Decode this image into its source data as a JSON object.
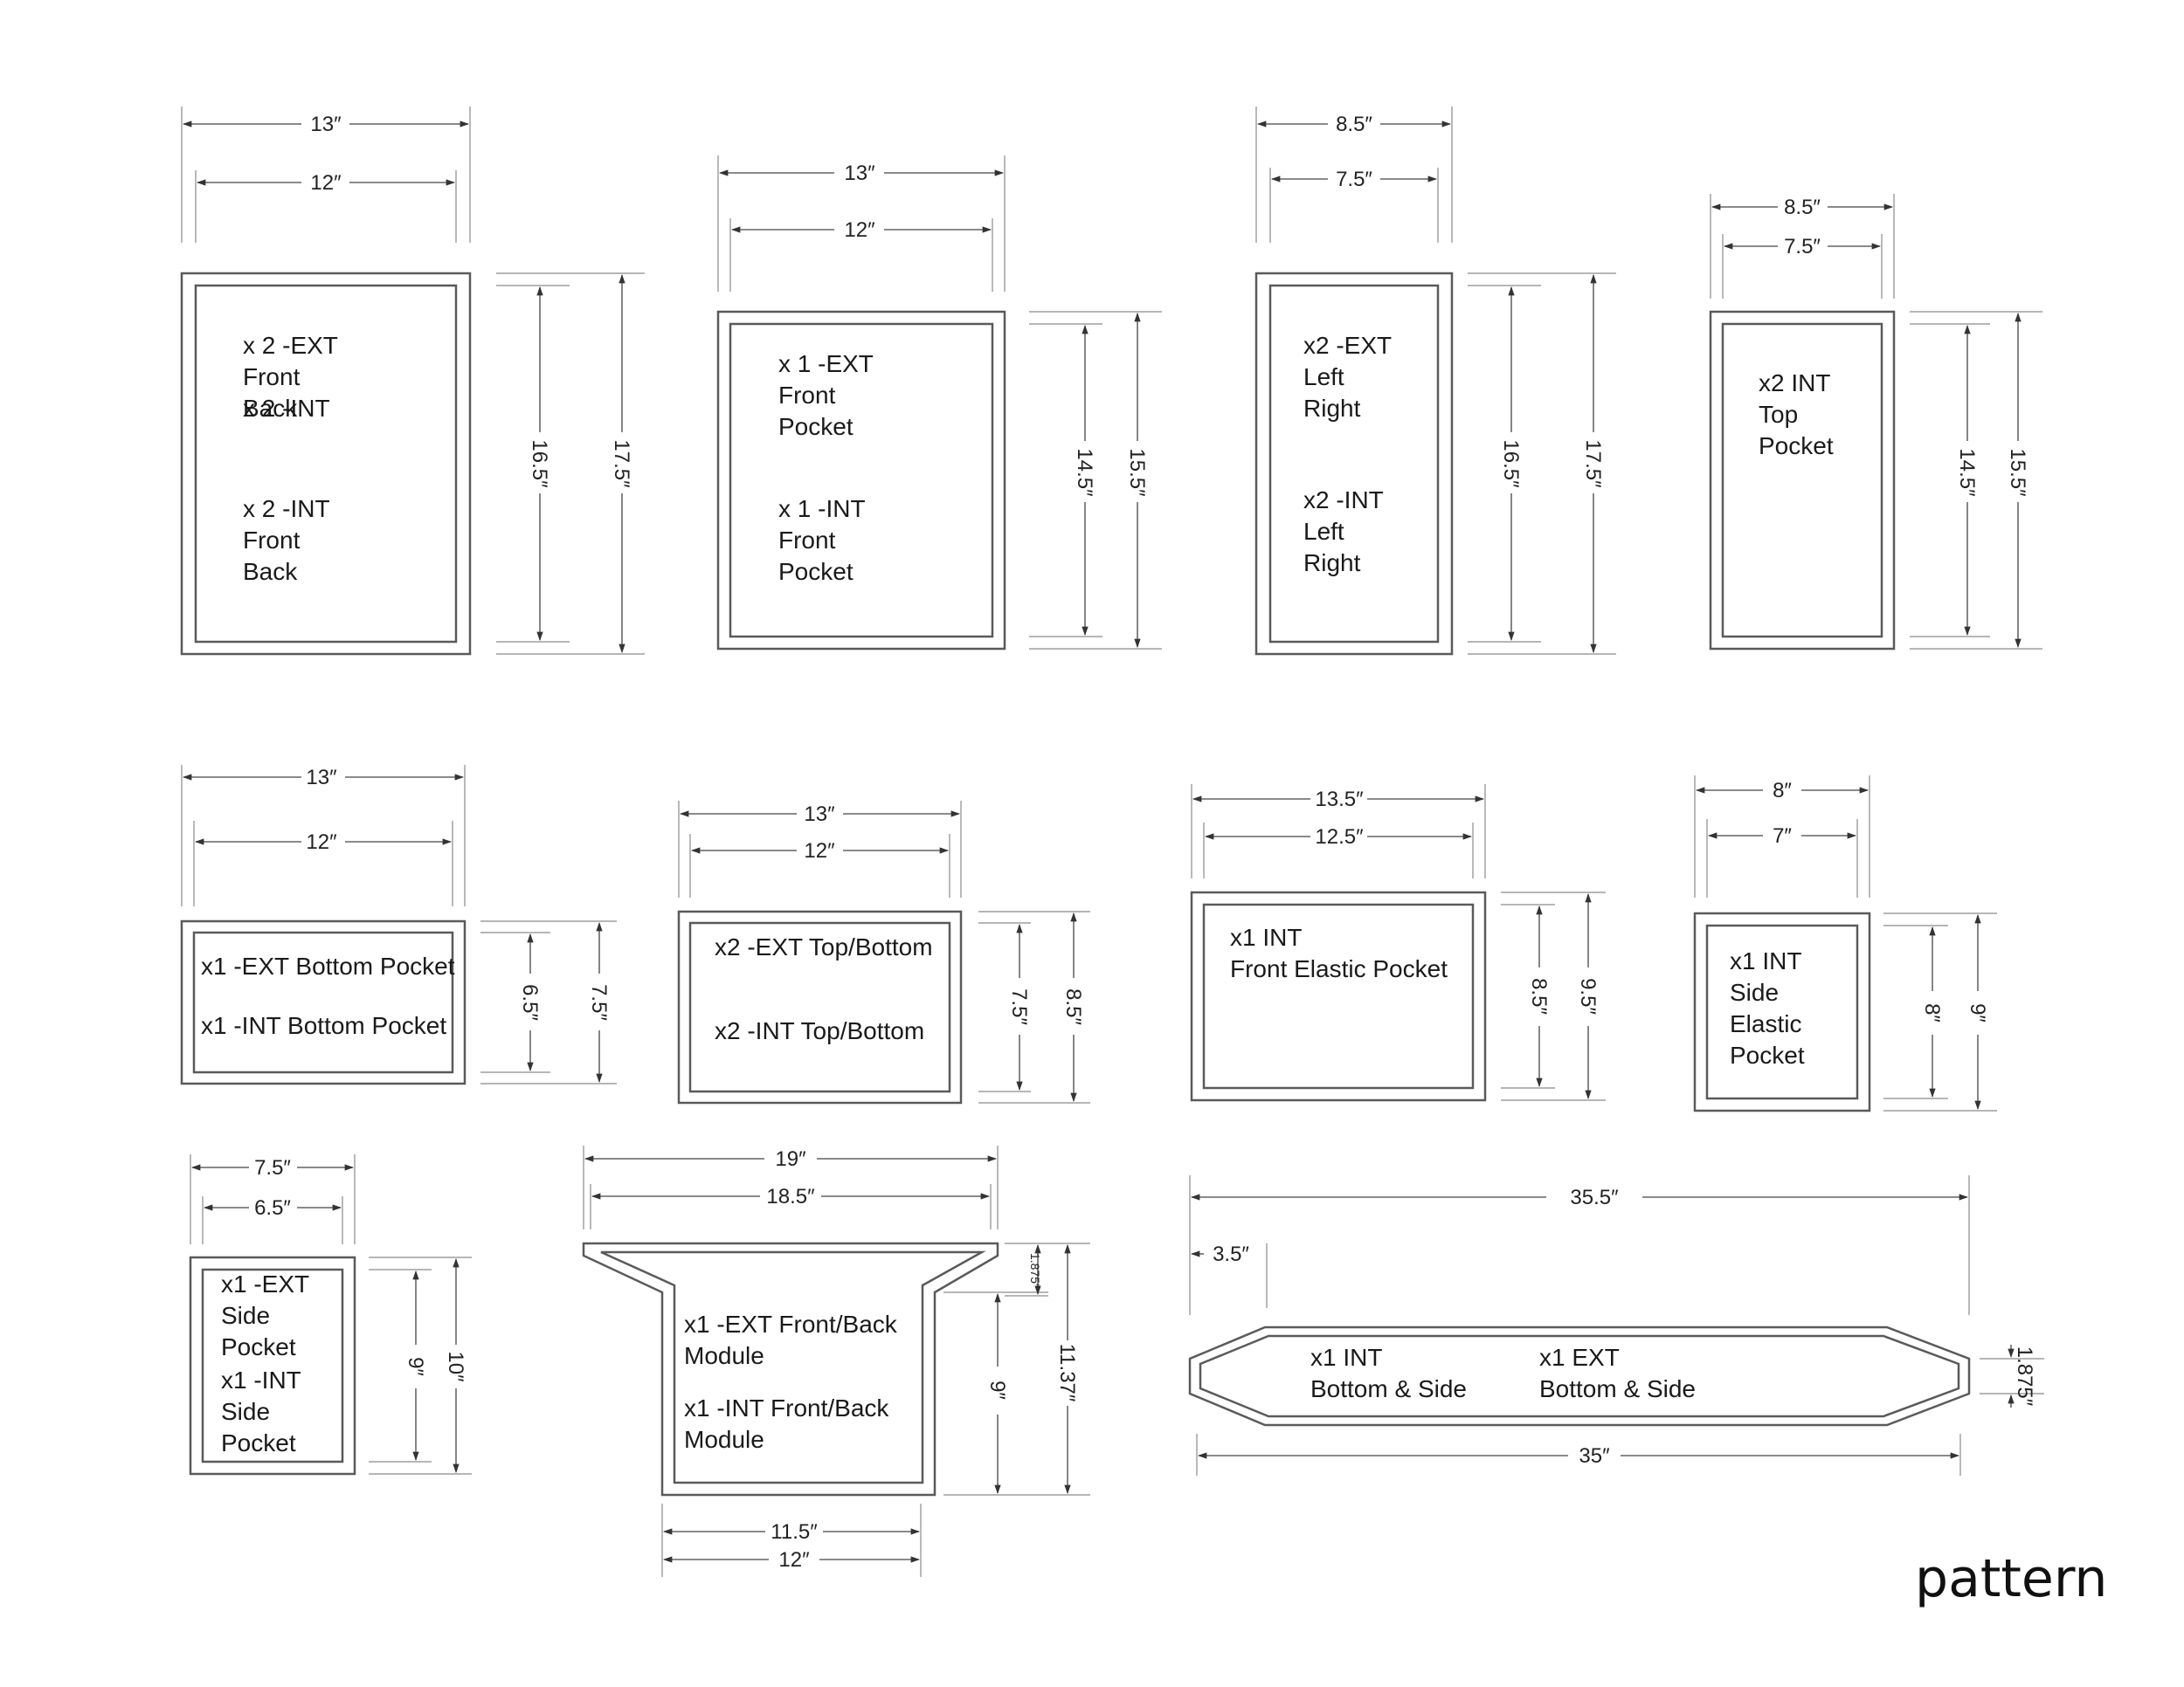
{
  "title": "pattern",
  "pieces": [
    {
      "id": "p1",
      "labels": [
        "x 2 -EXT",
        "Front",
        "Back",
        "",
        "",
        "x 2 -INT",
        "Front",
        "Back"
      ],
      "outer_width": "13″",
      "inner_width": "12″",
      "inner_height": "16.5″",
      "outer_height": "17.5″"
    },
    {
      "id": "p2",
      "labels": [
        "x 1 -EXT",
        "Front",
        "Pocket",
        "",
        "x 1 -INT",
        "Front",
        "Pocket"
      ],
      "outer_width": "13″",
      "inner_width": "12″",
      "inner_height": "14.5″",
      "outer_height": "15.5″"
    },
    {
      "id": "p3",
      "labels": [
        "x2 -EXT",
        "Left",
        "Right",
        "",
        "",
        "x2 -INT",
        "Left",
        "Right"
      ],
      "outer_width": "8.5″",
      "inner_width": "7.5″",
      "inner_height": "16.5″",
      "outer_height": "17.5″"
    },
    {
      "id": "p4",
      "labels": [
        "x2 INT",
        "Top",
        "Pocket"
      ],
      "outer_width": "8.5″",
      "inner_width": "7.5″",
      "inner_height": "14.5″",
      "outer_height": "15.5″"
    },
    {
      "id": "p5",
      "labels": [
        "x1 -EXT  Bottom Pocket",
        "",
        "x1 -INT  Bottom Pocket"
      ],
      "outer_width": "13″",
      "inner_width": "12″",
      "inner_height": "6.5″",
      "outer_height": "7.5″"
    },
    {
      "id": "p6",
      "labels": [
        "x2 -EXT Top/Bottom",
        "",
        "",
        "x2 -INT Top/Bottom"
      ],
      "outer_width": "13″",
      "inner_width": "12″",
      "inner_height": "7.5″",
      "outer_height": "8.5″"
    },
    {
      "id": "p7",
      "labels": [
        "x1 INT",
        "Front Elastic Pocket"
      ],
      "outer_width": "13.5″",
      "inner_width": "12.5″",
      "inner_height": "8.5″",
      "outer_height": "9.5″"
    },
    {
      "id": "p8",
      "labels": [
        "x1 INT",
        "Side",
        "Elastic",
        "Pocket"
      ],
      "outer_width": "8″",
      "inner_width": "7″",
      "inner_height": "8″",
      "outer_height": "9″"
    },
    {
      "id": "p9",
      "labels": [
        "x1 -EXT",
        "Side",
        "Pocket",
        "x1 -INT",
        "Side",
        "Pocket"
      ],
      "outer_width": "7.5″",
      "inner_width": "6.5″",
      "inner_height": "9″",
      "outer_height": "10″"
    },
    {
      "id": "p10",
      "labels": [
        "x1 -EXT Front/Back",
        "Module",
        "",
        "x1 -INT Front/Back",
        "Module"
      ],
      "outer_width": "19″",
      "inner_width": "18.5″",
      "flange": "1.875″",
      "body_height": "9″",
      "outer_height": "11.37″",
      "bottom_inner": "11.5″",
      "bottom_outer": "12″"
    },
    {
      "id": "p11",
      "labels_left": [
        "x1 INT",
        "Bottom & Side"
      ],
      "labels_right": [
        "x1 EXT",
        "Bottom & Side"
      ],
      "outer_length": "35.5″",
      "inner_length": "35″",
      "taper": "3.5″",
      "height": "1.875″"
    }
  ]
}
